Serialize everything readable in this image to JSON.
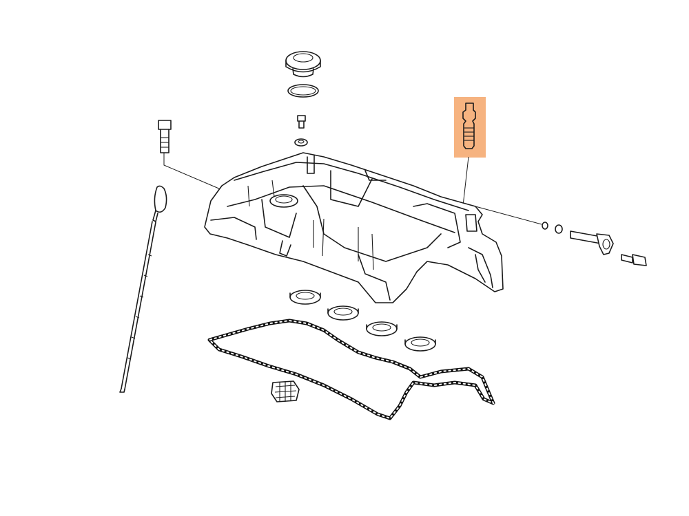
{
  "diagram": {
    "highlight_color": "#F5A66A",
    "line_color": "#1a1a1a",
    "parts": [
      {
        "id": "oil-filler-cap",
        "name": "oil-filler-cap"
      },
      {
        "id": "cap-o-ring",
        "name": "cap-o-ring"
      },
      {
        "id": "small-bolt",
        "name": "small-bolt"
      },
      {
        "id": "bolt-washer",
        "name": "bolt-washer"
      },
      {
        "id": "cover-bolt",
        "name": "cover-bolt"
      },
      {
        "id": "oil-dipstick",
        "name": "oil-dipstick"
      },
      {
        "id": "cylinder-head-cover",
        "name": "cylinder-head-cover"
      },
      {
        "id": "highlighted-stud-bolt",
        "name": "highlighted-stud-bolt",
        "highlighted": true
      },
      {
        "id": "o-ring-pair",
        "name": "o-ring-pair"
      },
      {
        "id": "pcv-valve",
        "name": "pcv-valve"
      },
      {
        "id": "flange-bolt",
        "name": "flange-bolt"
      },
      {
        "id": "plug-hole-seals",
        "name": "plug-hole-seals",
        "count": 4
      },
      {
        "id": "head-cover-gasket",
        "name": "head-cover-gasket"
      },
      {
        "id": "baffle-filter",
        "name": "baffle-filter"
      }
    ]
  }
}
